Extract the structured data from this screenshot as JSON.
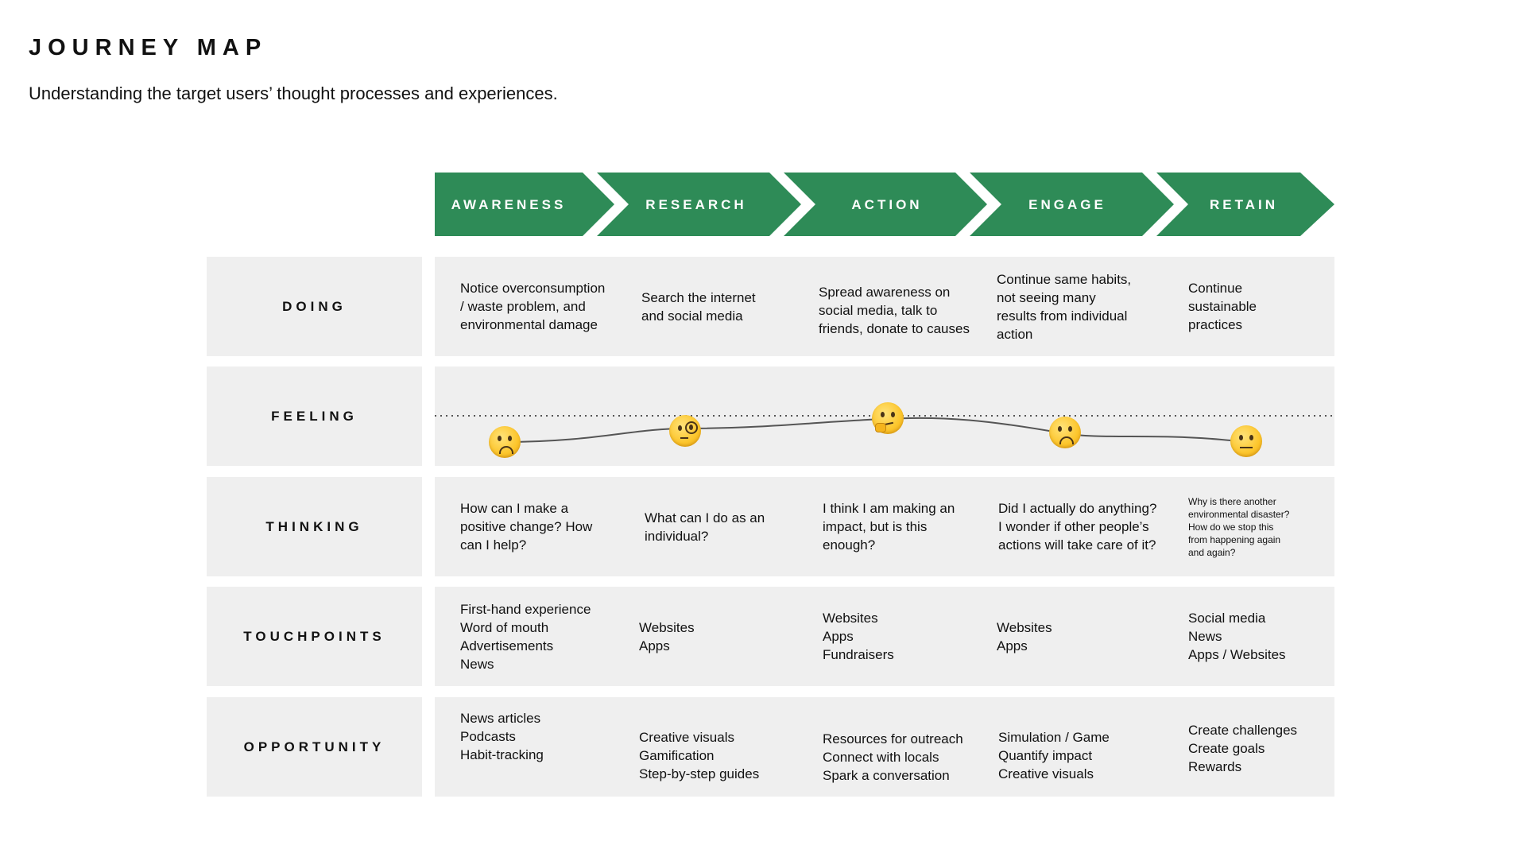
{
  "header": {
    "title": "JOURNEY MAP",
    "subtitle": "Understanding the target users’ thought processes and experiences."
  },
  "colors": {
    "stage_green": "#2e8b57",
    "row_bg": "#efefef"
  },
  "stages": [
    "AWARENESS",
    "RESEARCH",
    "ACTION",
    "ENGAGE",
    "RETAIN"
  ],
  "rows": {
    "doing": {
      "label": "DOING",
      "cells": [
        "Notice overconsumption\n/ waste problem, and\nenvironmental damage",
        "Search the internet\nand social media",
        "Spread awareness on\nsocial media, talk to\nfriends, donate to causes",
        "Continue same habits,\nnot seeing many\nresults from individual\naction",
        "Continue\nsustainable\npractices"
      ]
    },
    "feeling": {
      "label": "FEELING",
      "emotions": [
        "worried-face-icon",
        "monocle-face-icon",
        "thinking-face-icon",
        "worried-face-icon",
        "neutral-face-icon"
      ]
    },
    "thinking": {
      "label": "THINKING",
      "cells": [
        "How can I make a\npositive change? How\ncan I help?",
        "What can I do as an\nindividual?",
        "I think I am making an\nimpact, but is this\nenough?",
        "Did I actually do anything?\nI wonder if other people’s\nactions will take care of it?",
        "Why is there another\nenvironmental disaster?\nHow do we stop this\nfrom happening again\nand again?"
      ]
    },
    "touchpoints": {
      "label": "TOUCHPOINTS",
      "cells": [
        "First-hand experience\nWord of mouth\nAdvertisements\nNews",
        "Websites\nApps",
        "Websites\nApps\nFundraisers",
        "Websites\nApps",
        "Social media\nNews\nApps / Websites"
      ]
    },
    "opportunity": {
      "label": "OPPORTUNITY",
      "cells": [
        "News articles\nPodcasts\nHabit-tracking",
        "Creative visuals\nGamification\nStep-by-step guides",
        "Resources for outreach\nConnect with locals\nSpark a conversation",
        "Simulation / Game\nQuantify impact\nCreative visuals",
        "Create challenges\nCreate goals\nRewards"
      ]
    }
  }
}
